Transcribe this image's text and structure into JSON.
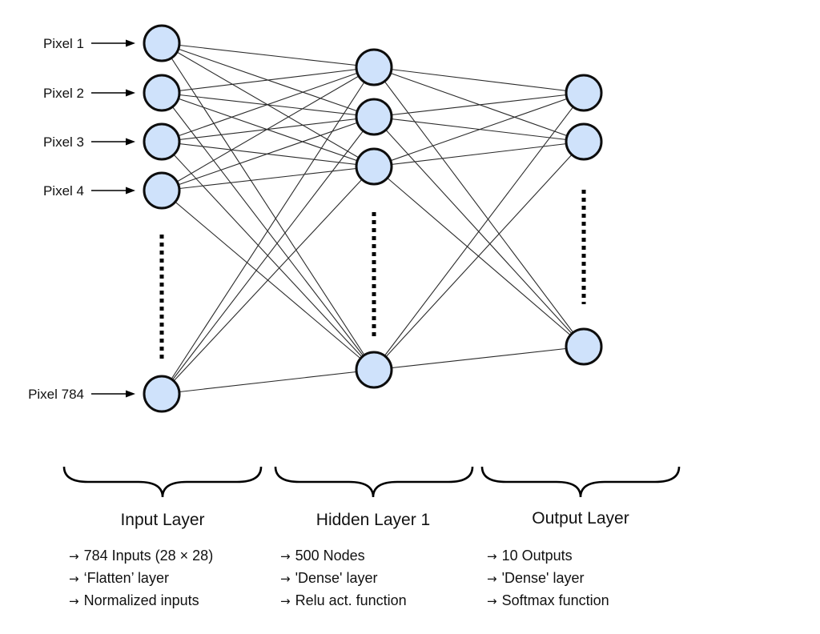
{
  "diagram": {
    "title": "Neural network architecture for MNIST digit classification",
    "colors": {
      "node_fill": "#cfe2fb",
      "node_stroke": "#0d0d0d",
      "edge": "#2a2a2a"
    },
    "connectivity": "fully-connected",
    "input_labels": [
      "Pixel 1",
      "Pixel 2",
      "Pixel 3",
      "Pixel 4",
      "Pixel 784"
    ],
    "layers": [
      {
        "id": "input",
        "title": "Input Layer",
        "visible_nodes": 5,
        "ellipsis_before_last": true,
        "info": [
          "784 Inputs (28 × 28)",
          "‘Flatten’ layer",
          "Normalized inputs"
        ]
      },
      {
        "id": "hidden",
        "title": "Hidden Layer 1",
        "visible_nodes": 4,
        "ellipsis_before_last": true,
        "info": [
          "500 Nodes",
          "'Dense' layer",
          "Relu act. function"
        ]
      },
      {
        "id": "output",
        "title": "Output Layer",
        "visible_nodes": 3,
        "ellipsis_before_last": true,
        "info": [
          "10 Outputs",
          "'Dense' layer",
          "Softmax function"
        ]
      }
    ],
    "arrow_glyph": "→"
  }
}
